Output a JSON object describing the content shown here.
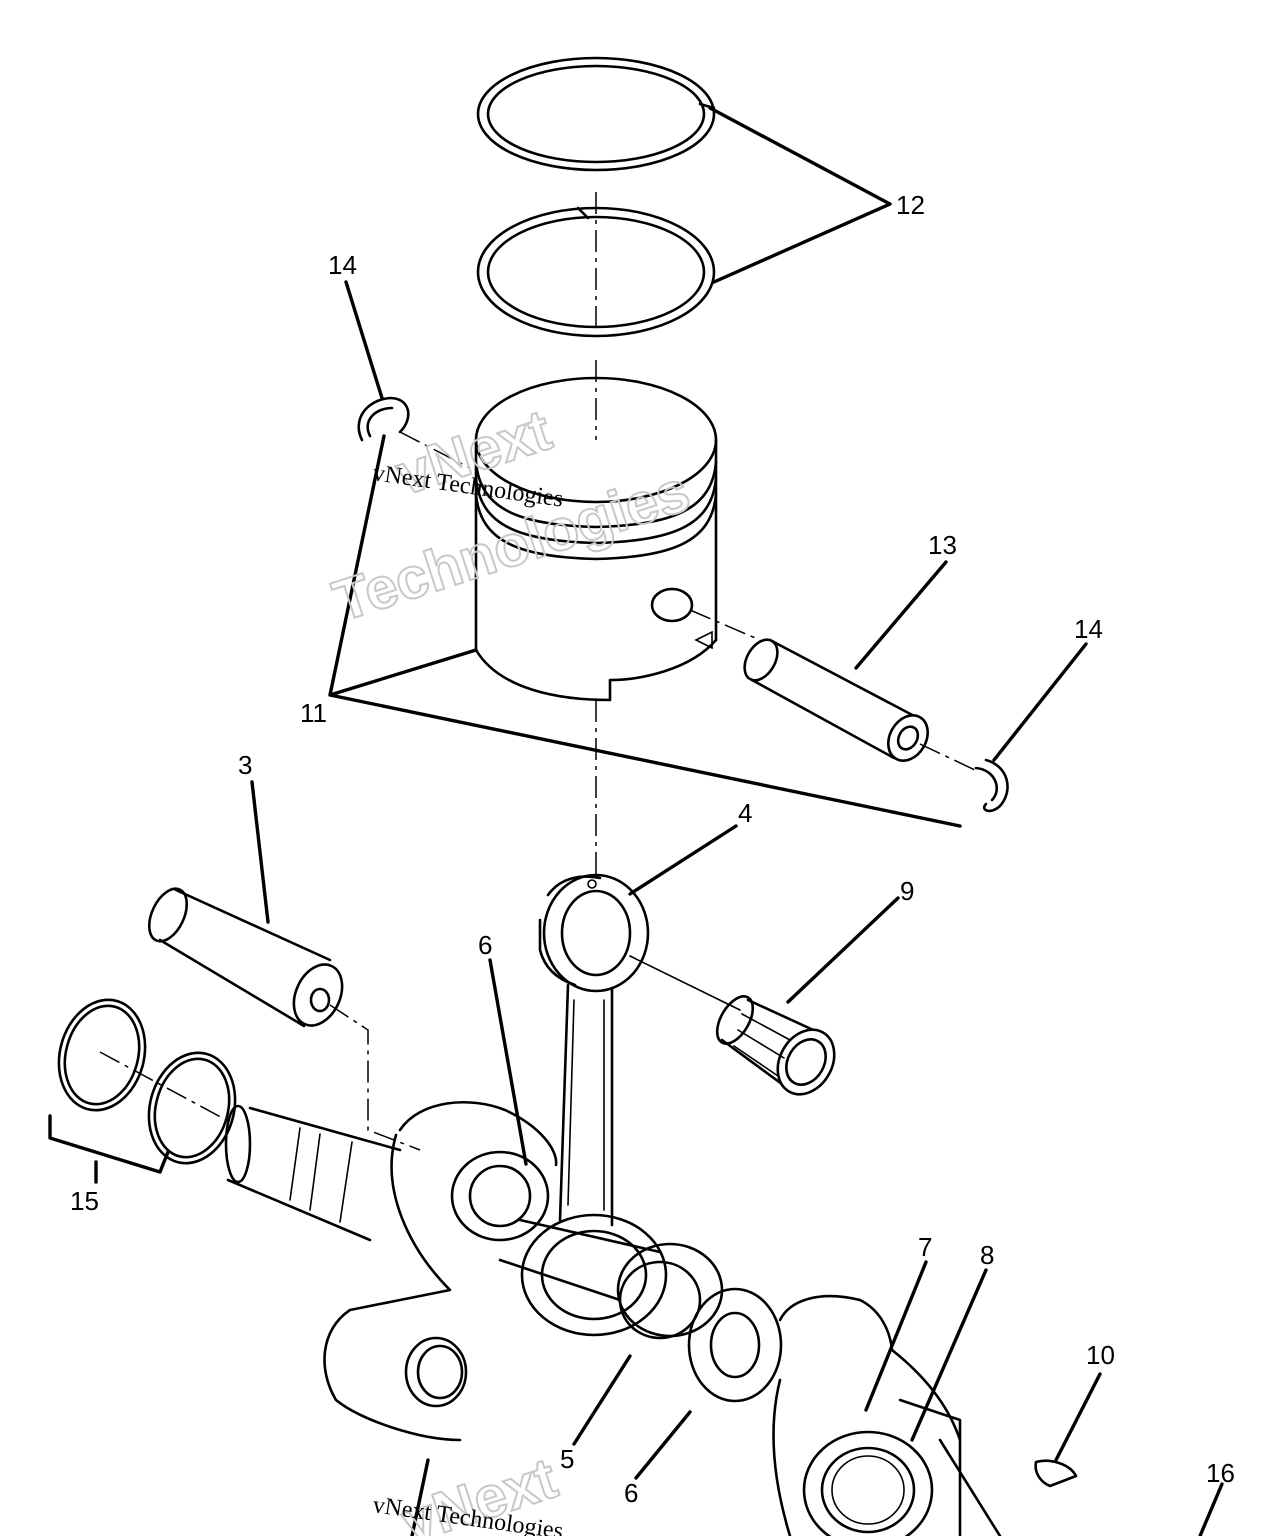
{
  "callouts": {
    "c3": "3",
    "c4": "4",
    "c5": "5",
    "c6a": "6",
    "c6b": "6",
    "c7": "7",
    "c8": "8",
    "c9": "9",
    "c10": "10",
    "c11": "11",
    "c12": "12",
    "c13": "13",
    "c14a": "14",
    "c14b": "14",
    "c15": "15",
    "c16": "16"
  },
  "watermark": {
    "brand": "vNext",
    "word": "Technologies",
    "full": "vNext Technologies"
  },
  "parts": [
    "piston-ring",
    "piston",
    "piston-pin",
    "circlip",
    "connecting-rod",
    "needle-bearing",
    "crankpin",
    "crankshaft",
    "main-bearing",
    "thrust-washer",
    "woodruff-key",
    "shims"
  ]
}
